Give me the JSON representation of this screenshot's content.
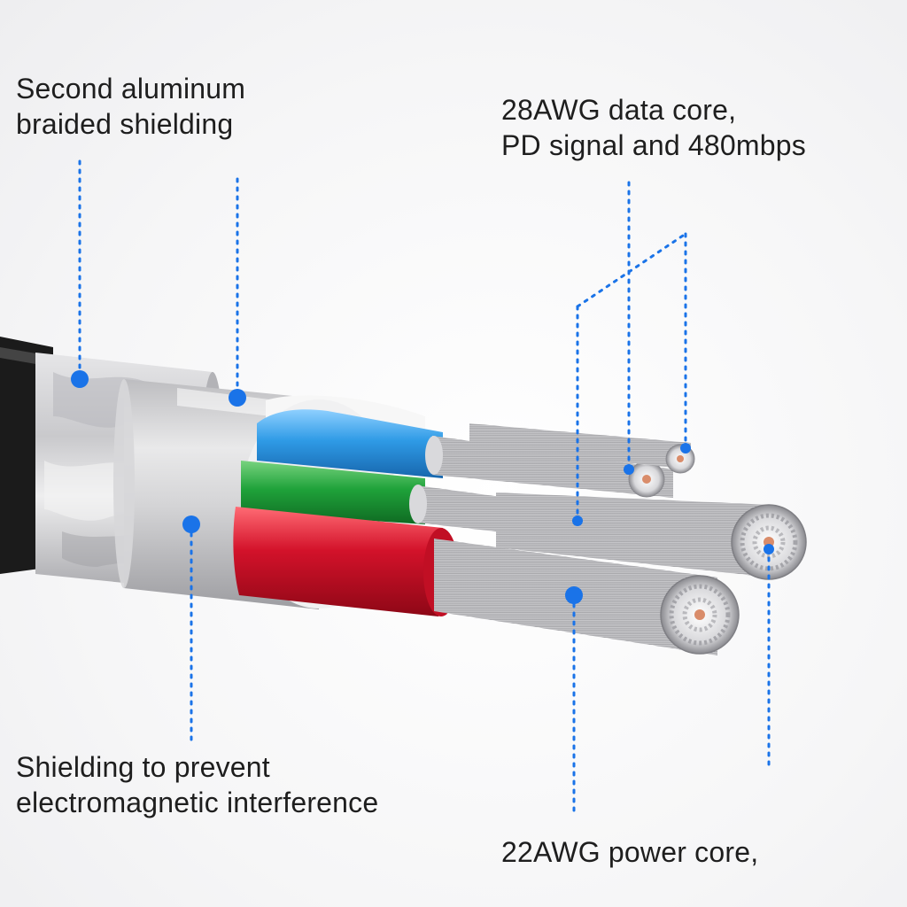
{
  "labels": {
    "braided_shielding": {
      "line1": "Second aluminum",
      "line2": "braided shielding"
    },
    "data_core": {
      "line1": "28AWG data core,",
      "line2": "PD signal and 480mbps"
    },
    "emi_shielding": {
      "line1": "Shielding to prevent",
      "line2": "electromagnetic interference"
    },
    "power_core": {
      "line1": "22AWG power core,"
    }
  },
  "colors": {
    "callout": "#1a73e8",
    "wire_blue": "#2f9be6",
    "wire_green": "#1fa23a",
    "wire_red": "#d3122a",
    "jacket_black": "#1b1b1b",
    "foil": "#cfcfd2",
    "copper": "#d98c6a"
  }
}
